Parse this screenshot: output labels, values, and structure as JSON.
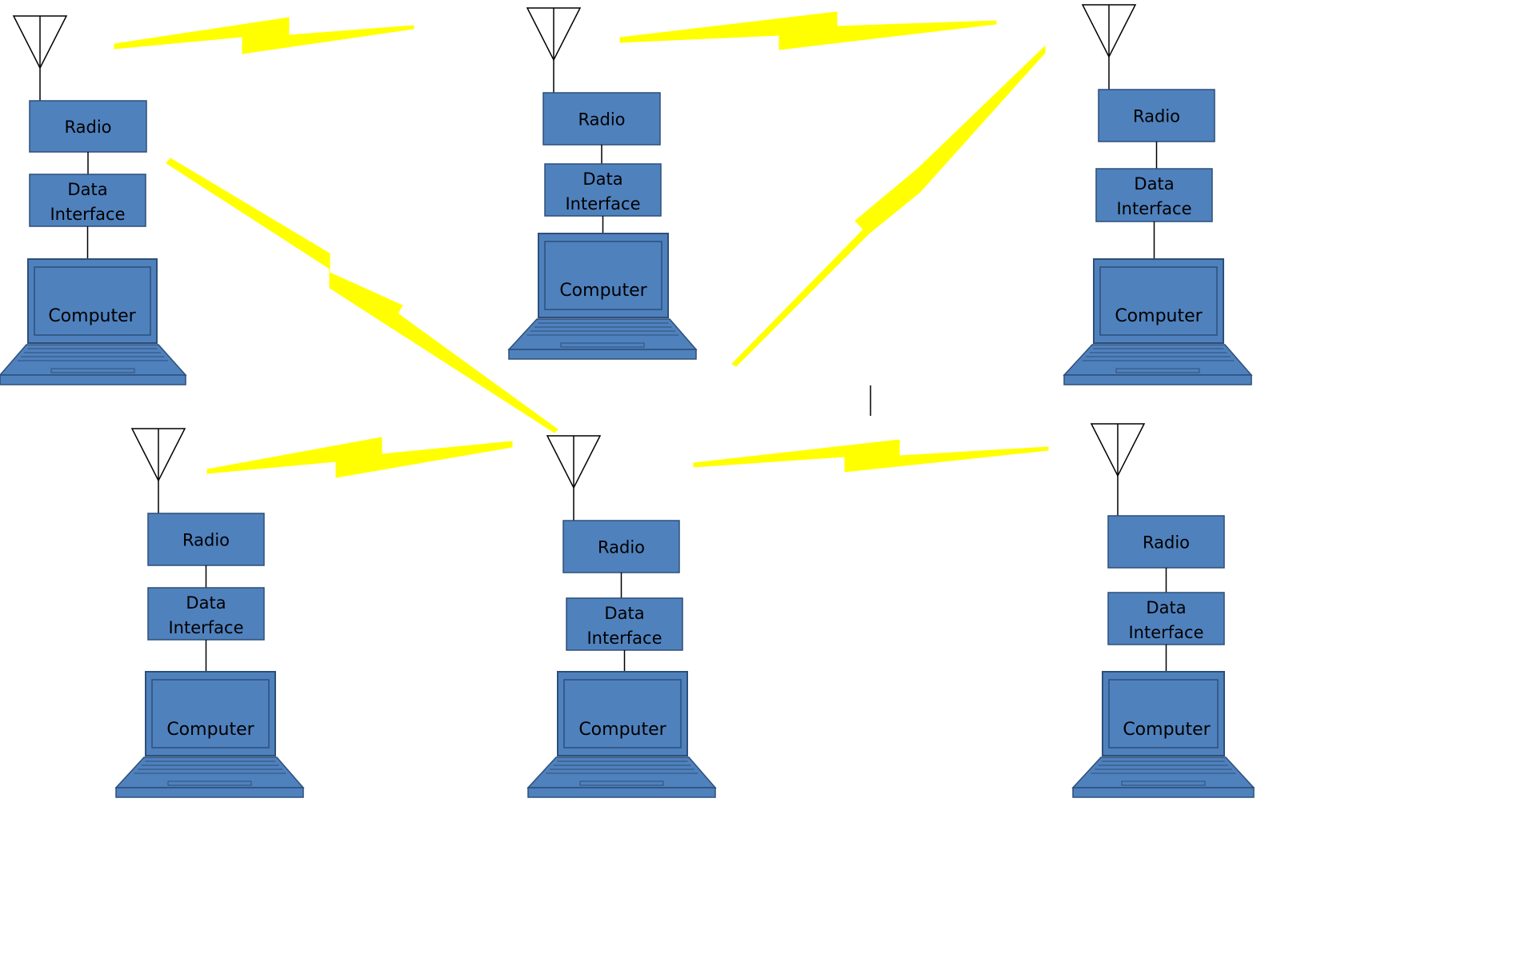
{
  "diagram": {
    "colors": {
      "block_fill": "#4f81bd",
      "block_stroke": "#2d4f79",
      "link": "#ffff00",
      "line": "#000000"
    },
    "labels": {
      "radio": "Radio",
      "data_interface_line1": "Data",
      "data_interface_line2": "Interface",
      "computer": "Computer"
    },
    "nodes": [
      {
        "id": "top-left",
        "components": [
          "antenna-icon",
          "Radio",
          "Data Interface",
          "Computer"
        ]
      },
      {
        "id": "top-center",
        "components": [
          "antenna-icon",
          "Radio",
          "Data Interface",
          "Computer"
        ]
      },
      {
        "id": "top-right",
        "components": [
          "antenna-icon",
          "Radio",
          "Data Interface",
          "Computer"
        ]
      },
      {
        "id": "bottom-left",
        "components": [
          "antenna-icon",
          "Radio",
          "Data Interface",
          "Computer"
        ]
      },
      {
        "id": "bottom-center",
        "components": [
          "antenna-icon",
          "Radio",
          "Data Interface",
          "Computer"
        ]
      },
      {
        "id": "bottom-right",
        "components": [
          "antenna-icon",
          "Radio",
          "Data Interface",
          "Computer"
        ]
      }
    ],
    "links": [
      {
        "from": "top-left",
        "to": "top-center",
        "icon": "lightning-bolt-icon"
      },
      {
        "from": "top-center",
        "to": "top-right",
        "icon": "lightning-bolt-icon"
      },
      {
        "from": "top-left",
        "to": "bottom-center",
        "icon": "lightning-bolt-icon"
      },
      {
        "from": "top-right",
        "to": "bottom-center",
        "icon": "lightning-bolt-icon"
      },
      {
        "from": "bottom-left",
        "to": "bottom-center",
        "icon": "lightning-bolt-icon"
      },
      {
        "from": "bottom-center",
        "to": "bottom-right",
        "icon": "lightning-bolt-icon"
      }
    ]
  }
}
